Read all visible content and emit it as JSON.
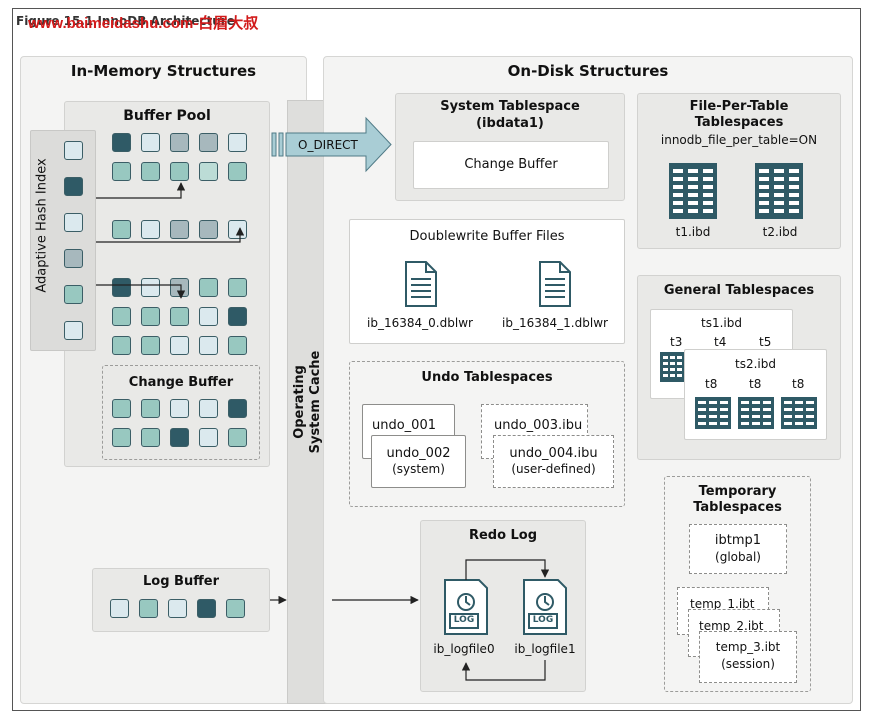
{
  "header": {
    "figure_caption": "Figure 15.1 InnoDB Architecture",
    "watermark": "www.baimeidashu.com-白眉大叔"
  },
  "in_memory": {
    "title": "In-Memory Structures",
    "buffer_pool": "Buffer Pool",
    "adaptive_hash_index": "Adaptive Hash Index",
    "change_buffer": "Change Buffer",
    "log_buffer": "Log Buffer"
  },
  "os_cache": {
    "line1": "Operating",
    "line2": "System Cache",
    "o_direct": "O_DIRECT"
  },
  "on_disk": {
    "title": "On-Disk Structures",
    "system_tablespace": {
      "title1": "System Tablespace",
      "title2": "(ibdata1)",
      "change_buffer": "Change Buffer"
    },
    "file_per_table": {
      "title1": "File-Per-Table",
      "title2": "Tablespaces",
      "setting": "innodb_file_per_table=ON",
      "files": [
        "t1.ibd",
        "t2.ibd"
      ]
    },
    "doublewrite": {
      "title": "Doublewrite Buffer Files",
      "files": [
        "ib_16384_0.dblwr",
        "ib_16384_1.dblwr"
      ]
    },
    "general": {
      "title": "General Tablespaces",
      "ts1": "ts1.ibd",
      "ts1_tables": [
        "t3",
        "t4",
        "t5"
      ],
      "ts2": "ts2.ibd",
      "ts2_tables": [
        "t8",
        "t8",
        "t8"
      ]
    },
    "undo": {
      "title": "Undo Tablespaces",
      "undo_001": "undo_001",
      "undo_002": "undo_002",
      "undo_002_note": "(system)",
      "undo_003": "undo_003.ibu",
      "undo_004": "undo_004.ibu",
      "undo_004_note": "(user-defined)"
    },
    "temporary": {
      "title1": "Temporary",
      "title2": "Tablespaces",
      "ibtmp1": "ibtmp1",
      "ibtmp1_note": "(global)",
      "temp_1": "temp_1.ibt",
      "temp_2": "temp_2.ibt",
      "temp_3": "temp_3.ibt",
      "temp_3_note": "(session)"
    },
    "redo": {
      "title": "Redo Log",
      "log_tag": "LOG",
      "files": [
        "ib_logfile0",
        "ib_logfile1"
      ]
    }
  },
  "colors": {
    "dark_teal": "#2f5a66",
    "teal": "#98c8c0",
    "grey_blue": "#a7b8bd",
    "pale_blue": "#dbe9ee",
    "light_teal": "#bcdcd6",
    "watermark_red": "#d21a1a"
  }
}
